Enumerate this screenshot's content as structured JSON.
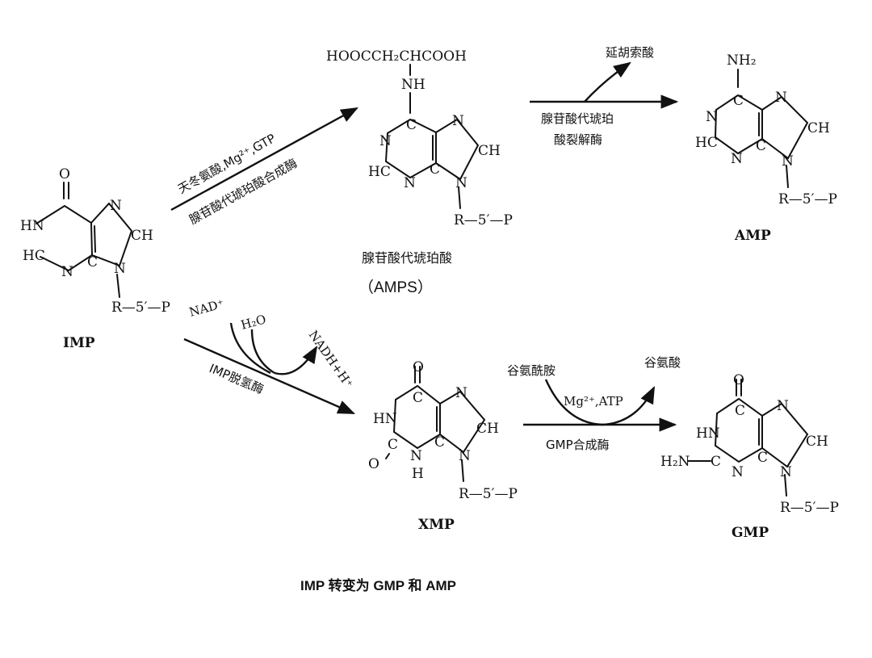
{
  "caption": "IMP 转变为 GMP 和 AMP",
  "compounds": {
    "imp": {
      "name": "IMP"
    },
    "amps": {
      "name_cn": "腺苷酸代琥珀酸",
      "name_abbr": "（AMPS）"
    },
    "amp": {
      "name": "AMP"
    },
    "xmp": {
      "name": "XMP"
    },
    "gmp": {
      "name": "GMP"
    }
  },
  "atoms": {
    "O": "O",
    "HN": "HN",
    "HC": "HC",
    "N": "N",
    "CH": "CH",
    "C": "C",
    "H": "H",
    "NH": "NH",
    "NH2": "NH₂",
    "H2N": "H₂N",
    "ribose": "R—5′—P",
    "aspartyl": "HOOCCH₂CHCOOH"
  },
  "reactions": {
    "imp_to_amps": {
      "top": "天冬氨酸,Mg²⁺,GTP",
      "bottom": "腺苷酸代琥珀酸合成酶"
    },
    "amps_to_amp": {
      "side_product": "延胡索酸",
      "enzyme_line1": "腺苷酸代琥珀",
      "enzyme_line2": "酸裂解酶"
    },
    "imp_to_xmp": {
      "in1": "NAD⁺",
      "in2": "H₂O",
      "out": "NADH+H⁺",
      "enzyme": "IMP脱氢酶"
    },
    "xmp_to_gmp": {
      "in": "谷氨酰胺",
      "out": "谷氨酸",
      "cofactors": "Mg²⁺,ATP",
      "enzyme": "GMP合成酶"
    }
  },
  "colors": {
    "ink": "#111111",
    "background": "#ffffff"
  }
}
